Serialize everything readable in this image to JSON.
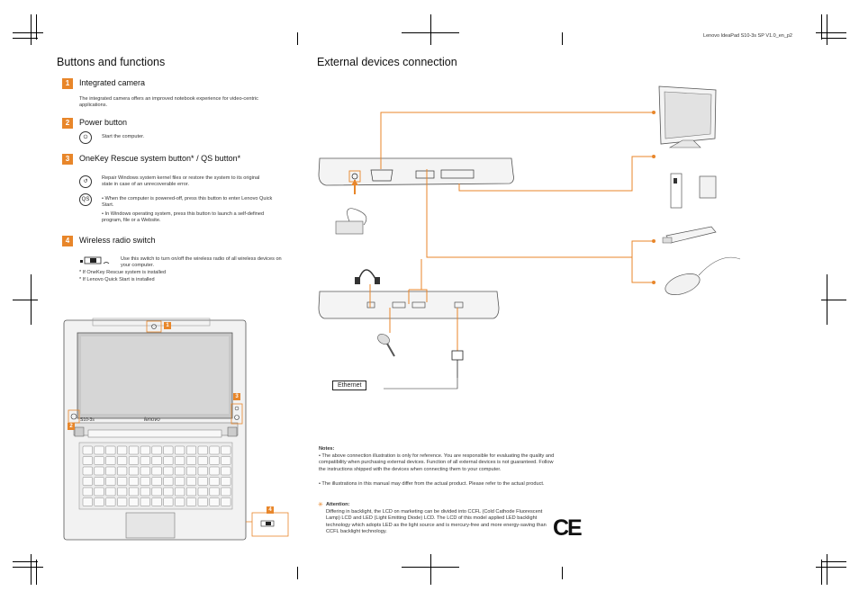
{
  "header": {
    "doc_ref": "Lenovo IdeaPad S10-3s SP V1.0_en_p2"
  },
  "buttons_section": {
    "title": "Buttons and functions",
    "items": [
      {
        "number": "1",
        "title": "Integrated camera",
        "body": "The integrated camera offers an improved notebook experience for video-centric applications."
      },
      {
        "number": "2",
        "title": "Power button",
        "body": "Start the computer."
      },
      {
        "number": "3",
        "title": "OneKey Rescue system button* / QS button*",
        "body_a": "Repair Windows system kernel files or restore the system to its original state in case of an unrecoverable error.",
        "bullet_1": "When the computer is powered-off, press this button to enter Lenovo Quick Start.",
        "bullet_2": "In Windows operating system, press this button to launch a self-defined program, file or a Website."
      },
      {
        "number": "4",
        "title": "Wireless radio switch",
        "body": "Use this switch to turn on/off the wireless radio of all wireless devices on your computer.",
        "footnote_1": "* If OneKey Rescue system is installed",
        "footnote_2": "* If Lenovo Quick Start is installed"
      }
    ]
  },
  "external_section": {
    "title": "External devices connection",
    "ethernet_label": "Ethernet"
  },
  "laptop_labels": {
    "brand": "lenovo",
    "model": "S10-3s",
    "callout_1": "1",
    "callout_2": "2",
    "callout_3": "3",
    "callout_4": "4"
  },
  "notes": {
    "heading": "Notes:",
    "bullet_1": "The above connection illustration is only for reference. You are responsible for evaluating the quality and compatibility when purchasing external devices. Function of all external devices is not guaranteed. Follow the instructions shipped with the devices when connecting them to your computer.",
    "bullet_2": "The illustrations in this manual may differ from the actual product. Please refer to the actual product.",
    "attention_heading": "Attention:",
    "attention_body": "Differing in backlight, the LCD on marketing can be divided into CCFL (Cold Cathode Fluorescent Lamp) LCD and LED (Light Emitting Diode) LCD. The LCD of this model applied LED backlight technology which adopts LED as the light source and is mercury-free and more energy-saving than CCFL backlight technology."
  },
  "ce_mark": "CE",
  "colors": {
    "accent": "#e8862a",
    "text": "#222222"
  }
}
